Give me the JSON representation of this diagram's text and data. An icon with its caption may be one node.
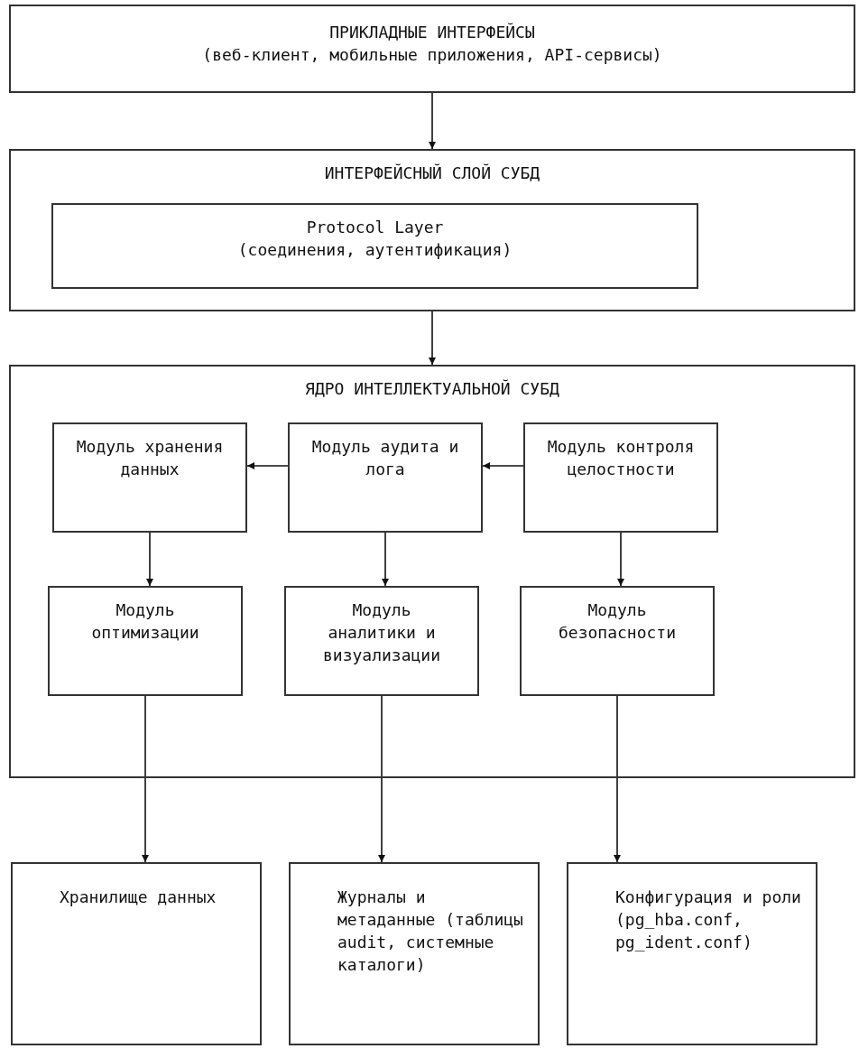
{
  "diagram": {
    "nodes": [
      {
        "text": [
          "ПРИКЛАДНЫЕ ИНТЕРФЕЙСЫ",
          "(веб-клиент, мобильные приложения, API-сервисы)"
        ]
      },
      {
        "text": [
          "ИНТЕРФЕЙСНЫЙ СЛОЙ СУБД"
        ]
      },
      {
        "text": [
          "Protocol Layer",
          "(соединения, аутентификация)"
        ],
        "in": 1
      },
      {
        "text": [
          "ЯДРО ИНТЕЛЛЕКТУАЛЬНОЙ СУБД"
        ]
      },
      {
        "text": [
          "Модуль хранения данных"
        ],
        "in": 3
      },
      {
        "text": [
          "Модуль аудита и лога"
        ],
        "in": 3
      },
      {
        "text": [
          "Модуль контроля целостности"
        ],
        "in": 3
      },
      {
        "text": [
          "Модуль оптимизации"
        ],
        "in": 3
      },
      {
        "text": [
          "Модуль аналитики и визуализации"
        ],
        "in": 3
      },
      {
        "text": [
          "Модуль безопасности"
        ],
        "in": 3
      },
      {
        "text": [
          "Хранилище данных"
        ]
      },
      {
        "text": [
          "Журналы и метаданные (таблицы audit, системные каталоги)"
        ]
      },
      {
        "text": [
          "Конфигурация и роли (pg_hba.conf, pg_ident.conf)"
        ]
      }
    ],
    "edges": [
      {
        "from": 0,
        "to": 1,
        "arrow": "to"
      },
      {
        "from": 1,
        "to": 3,
        "arrow": "to"
      },
      {
        "from": 5,
        "to": 4,
        "arrow": "to"
      },
      {
        "from": 6,
        "to": 5,
        "arrow": "to"
      },
      {
        "from": 4,
        "to": 7,
        "arrow": "to"
      },
      {
        "from": 5,
        "to": 8,
        "arrow": "to"
      },
      {
        "from": 6,
        "to": 9,
        "arrow": "to"
      },
      {
        "from": 7,
        "to": 10,
        "arrow": "to"
      },
      {
        "from": 8,
        "to": 11,
        "arrow": "to"
      },
      {
        "from": 9,
        "to": 12,
        "arrow": "to"
      }
    ]
  }
}
